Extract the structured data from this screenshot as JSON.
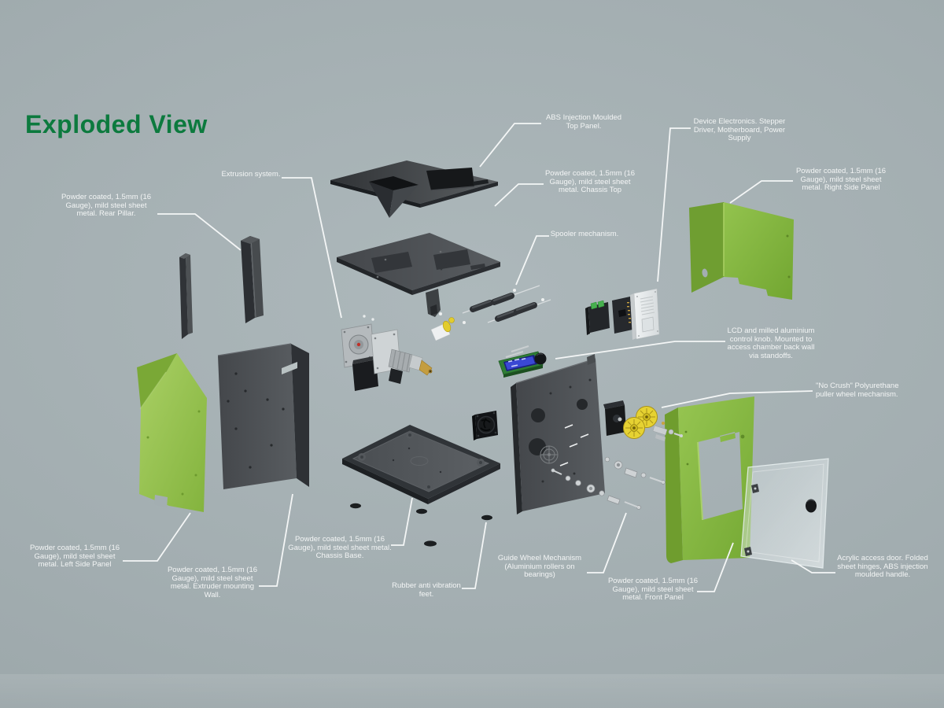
{
  "title": {
    "text": "Exploded View"
  },
  "palette": {
    "title_green": "#0c7a3e",
    "panel_green": "#8ab83c",
    "panel_green_dark": "#6f9e2f",
    "metal_dark": "#46494d",
    "label_text": "#f3f5f5",
    "background": "#a3aeb1",
    "puller_yellow": "#e3cd2f",
    "lcd_blue": "#3a48d4"
  },
  "labels": [
    {
      "id": "top-panel",
      "text": "ABS Injection Moulded\nTop Panel."
    },
    {
      "id": "device-electronics",
      "text": "Device Electronics. Stepper\nDriver, Motherboard, Power\nSupply"
    },
    {
      "id": "right-side-panel",
      "text": "Powder coated, 1.5mm (16\nGauge), mild steel sheet\nmetal. Right Side Panel"
    },
    {
      "id": "chassis-top",
      "text": "Powder coated, 1.5mm (16\nGauge), mild steel sheet\nmetal. Chassis Top"
    },
    {
      "id": "spooler",
      "text": "Spooler mechanism."
    },
    {
      "id": "extrusion-system",
      "text": "Extrusion system."
    },
    {
      "id": "rear-pillar",
      "text": "Powder coated, 1.5mm (16\nGauge), mild steel sheet\nmetal. Rear Pillar."
    },
    {
      "id": "lcd-knob",
      "text": "LCD and milled aluminium\ncontrol knob. Mounted to\naccess chamber back wall\nvia standoffs."
    },
    {
      "id": "no-crush",
      "text": "\"No Crush\" Polyurethane\npuller wheel mechanism."
    },
    {
      "id": "left-side-panel",
      "text": "Powder coated, 1.5mm (16\nGauge), mild steel sheet\nmetal. Left Side Panel"
    },
    {
      "id": "extruder-wall",
      "text": "Powder coated, 1.5mm (16\nGauge), mild steel sheet\nmetal. Extruder mounting\nWall."
    },
    {
      "id": "chassis-base",
      "text": "Powder coated, 1.5mm (16\nGauge), mild steel sheet metal.\nChassis Base."
    },
    {
      "id": "rubber-feet",
      "text": "Rubber anti vibration\nfeet."
    },
    {
      "id": "guide-wheel",
      "text": "Guide Wheel Mechanism\n(Aluminium rollers on\nbearings)"
    },
    {
      "id": "front-panel",
      "text": "Powder coated, 1.5mm (16\nGauge), mild steel sheet\nmetal. Front Panel"
    },
    {
      "id": "acrylic-door",
      "text": "Acrylic access door. Folded\nsheet hinges, ABS injection\nmoulded handle."
    }
  ]
}
